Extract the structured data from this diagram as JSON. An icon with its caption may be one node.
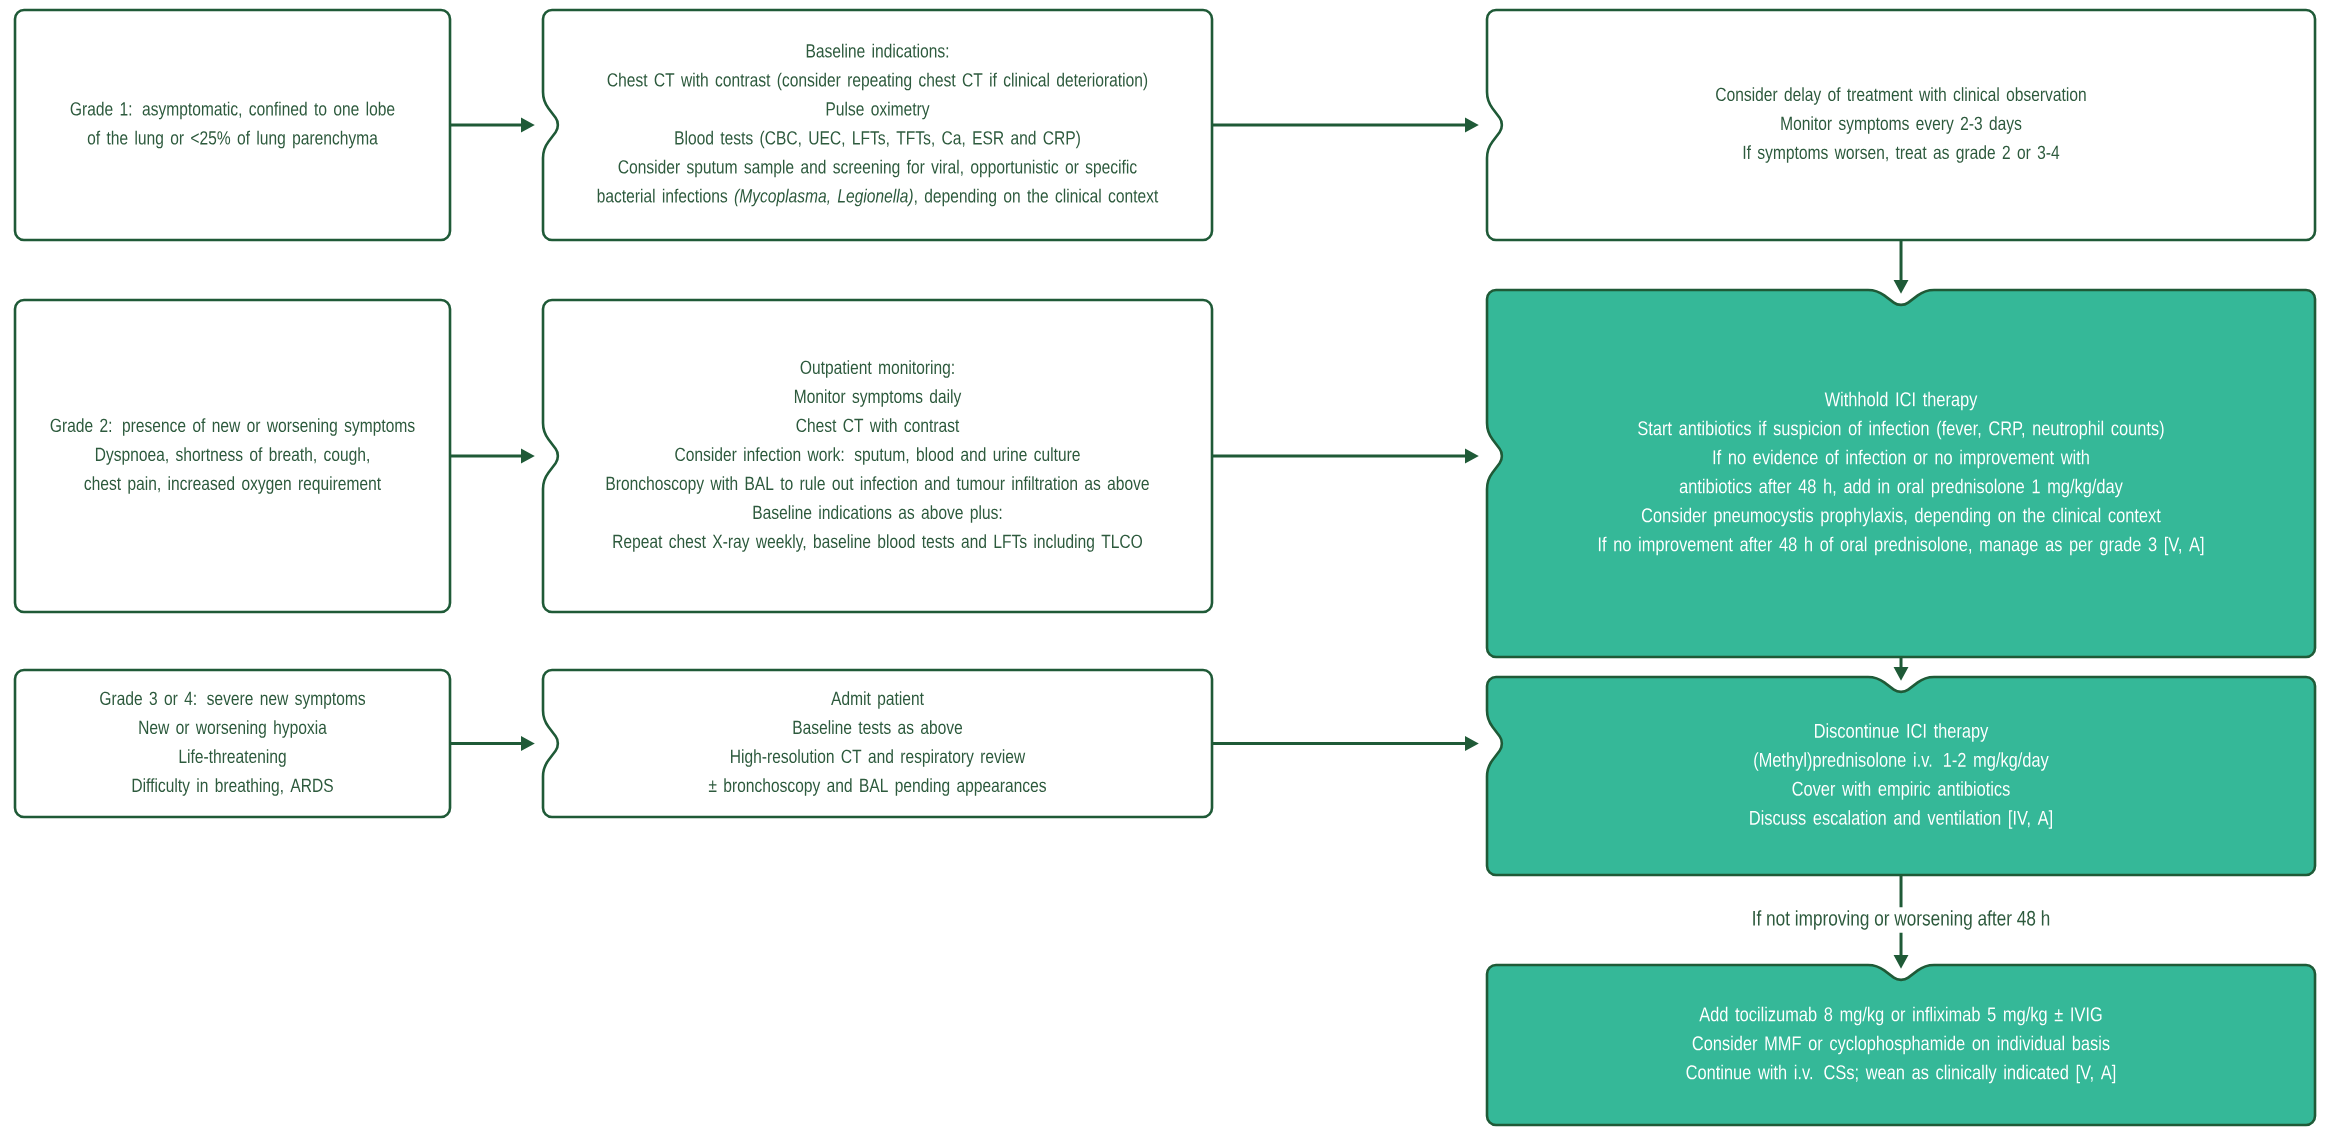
{
  "diagram": {
    "nodes": [
      {
        "text": [
          "Grade 1: asymptomatic, confined to one lobe of the lung or <25% of lung parenchyma"
        ]
      },
      {
        "text": [
          "Baseline indications:",
          "Chest CT with contrast (consider repeating chest CT if clinical deterioration)",
          "Pulse oximetry",
          "Blood tests (CBC, UEC, LFTs, TFTs, Ca, ESR and CRP)",
          "Consider sputum sample and screening for viral, opportunistic or specific bacterial infections *(Mycoplasma, Legionella)*, depending on the clinical context"
        ]
      },
      {
        "text": [
          "Consider delay of treatment with clinical observation",
          "Monitor symptoms every 2-3 days",
          "If symptoms worsen, treat as grade 2 or 3-4"
        ]
      },
      {
        "text": [
          "Grade 2: presence of new or worsening symptoms",
          "Dyspnoea, shortness of breath, cough, chest pain, increased oxygen requirement"
        ]
      },
      {
        "text": [
          "Outpatient monitoring:",
          "Monitor symptoms daily",
          "Chest CT with contrast",
          "Consider infection work: sputum, blood and urine culture",
          "Bronchoscopy with BAL to rule out infection and tumour infiltration as above",
          "Baseline indications as above plus:",
          "Repeat chest X-ray weekly, baseline blood tests and LFTs including TLCO"
        ]
      },
      {
        "text": [
          "Withhold ICI therapy",
          "Start antibiotics if suspicion of infection (fever, CRP, neutrophil counts)",
          "If no evidence of infection or no improvement with antibiotics after 48 h, add in oral prednisolone 1 mg/kg/day",
          "Consider pneumocystis prophylaxis, depending on the clinical context",
          "If no improvement after 48 h of oral prednisolone, manage as per grade 3 [V, A]"
        ]
      },
      {
        "text": [
          "Grade 3 or 4: severe new symptoms",
          "New or worsening hypoxia",
          "Life-threatening",
          "Difficulty in breathing, ARDS"
        ]
      },
      {
        "text": [
          "Admit patient",
          "Baseline tests as above",
          "High-resolution CT and respiratory review",
          "± bronchoscopy and BAL pending appearances"
        ]
      },
      {
        "text": [
          "Discontinue ICI therapy",
          "(Methyl)prednisolone i.v. 1-2 mg/kg/day",
          "Cover with empiric antibiotics",
          "Discuss escalation and ventilation [IV, A]"
        ]
      },
      {
        "text": [
          "Add tocilizumab 8 mg/kg or infliximab 5 mg/kg ± IVIG",
          "Consider MMF or cyclophosphamide on individual basis",
          "Continue with i.v. CSs; wean as clinically indicated [V, A]"
        ]
      }
    ],
    "edges": [
      {
        "from": 0,
        "to": 1,
        "arrow": "to"
      },
      {
        "from": 1,
        "to": 2,
        "arrow": "to"
      },
      {
        "from": 2,
        "to": 5,
        "arrow": "to"
      },
      {
        "from": 3,
        "to": 4,
        "arrow": "to"
      },
      {
        "from": 4,
        "to": 5,
        "arrow": "to"
      },
      {
        "from": 5,
        "to": 8,
        "arrow": "to"
      },
      {
        "from": 6,
        "to": 7,
        "arrow": "to"
      },
      {
        "from": 7,
        "to": 8,
        "arrow": "to"
      },
      {
        "from": 8,
        "to": 9,
        "arrow": "to",
        "label": "If not improving or worsening after 48 h"
      }
    ]
  }
}
